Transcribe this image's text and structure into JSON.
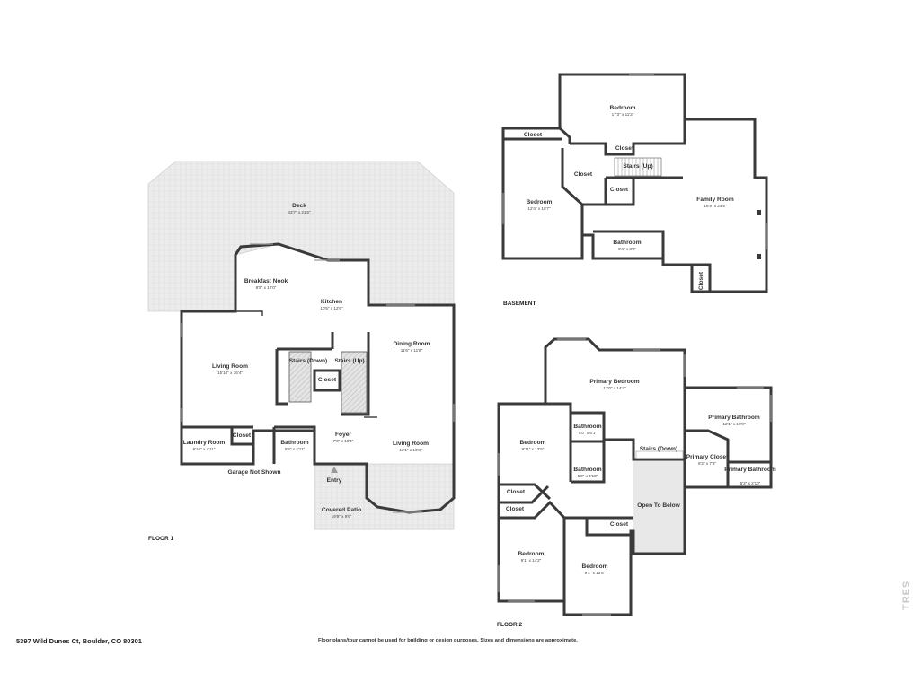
{
  "address": "5397 Wild Dunes Ct, Boulder, CO 80301",
  "disclaimer": "Floor plans/tour cannot be used for building or design purposes. Sizes and dimensions are approximate.",
  "brand": "TRES",
  "colors": {
    "wall": "#3a3a3a",
    "deck_fill": "#e6e6e6",
    "open_to_below": "#e8e8e8",
    "stairs_hatch": "#bdbdbd"
  },
  "floor_labels": {
    "floor1": "FLOOR 1",
    "basement": "BASEMENT",
    "floor2": "FLOOR 2"
  },
  "floor1": {
    "deck": {
      "name": "Deck",
      "dim": "43'7\" x 21'6\""
    },
    "breakfast_nook": {
      "name": "Breakfast Nook",
      "dim": "8'5\" x 12'0\""
    },
    "kitchen": {
      "name": "Kitchen",
      "dim": "10'5\" x 12'6\""
    },
    "living_room_west": {
      "name": "Living Room",
      "dim": "15'10\" x 16'4\""
    },
    "stairs_down": {
      "name": "Stairs (Down)"
    },
    "stairs_up": {
      "name": "Stairs (Up)"
    },
    "closet_center": {
      "name": "Closet"
    },
    "dining_room": {
      "name": "Dining Room",
      "dim": "11'6\" x 11'8\""
    },
    "laundry_room": {
      "name": "Laundry Room",
      "dim": "6'10\" x 4'11\""
    },
    "closet_laundry": {
      "name": "Closet"
    },
    "bathroom": {
      "name": "Bathroom",
      "dim": "5'6\" x 4'11\""
    },
    "foyer": {
      "name": "Foyer",
      "dim": "7'0\" x 10'4\""
    },
    "living_room_east": {
      "name": "Living Room",
      "dim": "12'1\" x 16'8\""
    },
    "garage_note": "Garage Not Shown",
    "entry": "Entry",
    "covered_patio": {
      "name": "Covered Patio",
      "dim": "19'9\" x 9'9\""
    }
  },
  "basement": {
    "bedroom_top": {
      "name": "Bedroom",
      "dim": "17'3\" x 11'2\""
    },
    "closet_top_left": {
      "name": "Closet"
    },
    "closet_mid": {
      "name": "Closet"
    },
    "closet_center_top": {
      "name": "Closet"
    },
    "stairs_up": {
      "name": "Stairs (Up)"
    },
    "closet_small": {
      "name": "Closet"
    },
    "bedroom_left": {
      "name": "Bedroom",
      "dim": "12'4\" x 16'7\""
    },
    "family_room": {
      "name": "Family Room",
      "dim": "18'9\" x 24'5\""
    },
    "bathroom": {
      "name": "Bathroom",
      "dim": "9'4\" x 3'6\""
    },
    "closet_vertical": {
      "name": "Closet"
    }
  },
  "floor2": {
    "primary_bedroom": {
      "name": "Primary Bedroom",
      "dim": "13'0\" x 14'4\""
    },
    "primary_bathroom": {
      "name": "Primary Bathroom",
      "dim": "12'1\" x 10'8\""
    },
    "bedroom_nw": {
      "name": "Bedroom",
      "dim": "9'11\" x 13'5\""
    },
    "bathroom_1": {
      "name": "Bathroom",
      "dim": "5'0\" x 6'1\""
    },
    "bathroom_2": {
      "name": "Bathroom",
      "dim": "5'0\" x 4'10\""
    },
    "stairs_down": {
      "name": "Stairs (Down)"
    },
    "primary_closet": {
      "name": "Primary Closet",
      "dim": "6'2\" x 7'8\""
    },
    "primary_bathroom_small": {
      "name": "Primary Bathroom",
      "dim": "5'2\" x 2'10\""
    },
    "closet_a": {
      "name": "Closet"
    },
    "closet_b": {
      "name": "Closet"
    },
    "open_to_below": {
      "name": "Open To Below"
    },
    "closet_c": {
      "name": "Closet"
    },
    "bedroom_sw": {
      "name": "Bedroom",
      "dim": "9'1\" x 14'2\""
    },
    "bedroom_s": {
      "name": "Bedroom",
      "dim": "9'4\" x 13'8\""
    }
  }
}
